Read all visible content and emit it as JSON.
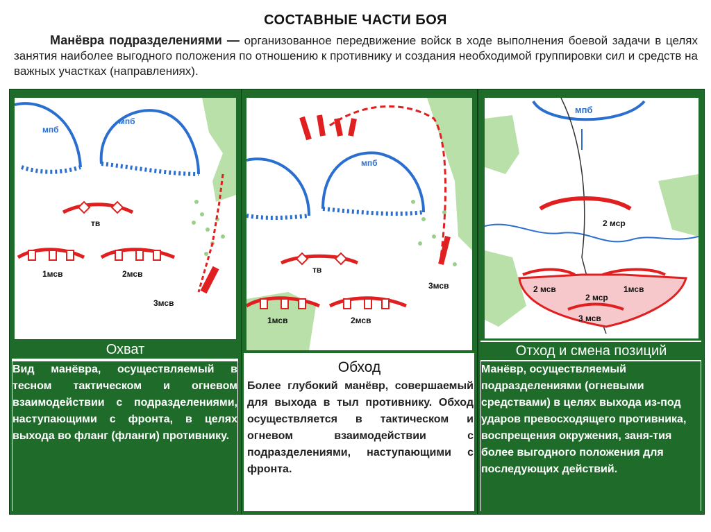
{
  "header": {
    "title": "СОСТАВНЫЕ ЧАСТИ БОЯ",
    "term": "Манёвра подразделениями —",
    "definition": " организованное передвижение войск в ходе выполнения боевой задачи в целях занятия наиболее выгодного положения по отношению к противнику и создания необходимой группировки сил и средств на важных участках (направлениях)."
  },
  "panels": [
    {
      "title": "Охват",
      "text": "Вид манёвра, осуществляемый в тесном тактическом и огневом взаимодействии с подразделениями, наступающими с фронта, в целях выхода во фланг (фланги) противнику.",
      "labels": {
        "enemy": "мпб",
        "tank": "тв",
        "mcv1": "1мсв",
        "mcv2": "2мсв",
        "mcv3": "3мсв"
      }
    },
    {
      "title": "Обход",
      "text": "Более глубокий манёвр, совершаемый для выхода в тыл противнику. Обход осуществляется в тактическом и огневом взаимодействии с подразделениями, наступающими с фронта.",
      "labels": {
        "enemy": "мпб",
        "tank": "тв",
        "mcv1": "1мсв",
        "mcv2": "2мсв",
        "mcv3": "3мсв"
      }
    },
    {
      "title": "Отход и смена позиций",
      "text": "Манёвр, осуществляемый подразделениями (огневыми средствами) в целях выхода из-под ударов превосходящего противника, воспрещения окружения, заня-тия более выгодного положения для последующих действий.",
      "labels": {
        "enemy": "мпб",
        "mcr2a": "2 мср",
        "mcv2": "2 мсв",
        "mcv1": "1мсв",
        "mcr2b": "2 мср",
        "mcv3": "3 мсв"
      }
    }
  ],
  "colors": {
    "panel_green": "#1e6b2a",
    "enemy_blue": "#2a6fd0",
    "friendly_red": "#e02020",
    "terrain_green": "#b8e0a8"
  }
}
